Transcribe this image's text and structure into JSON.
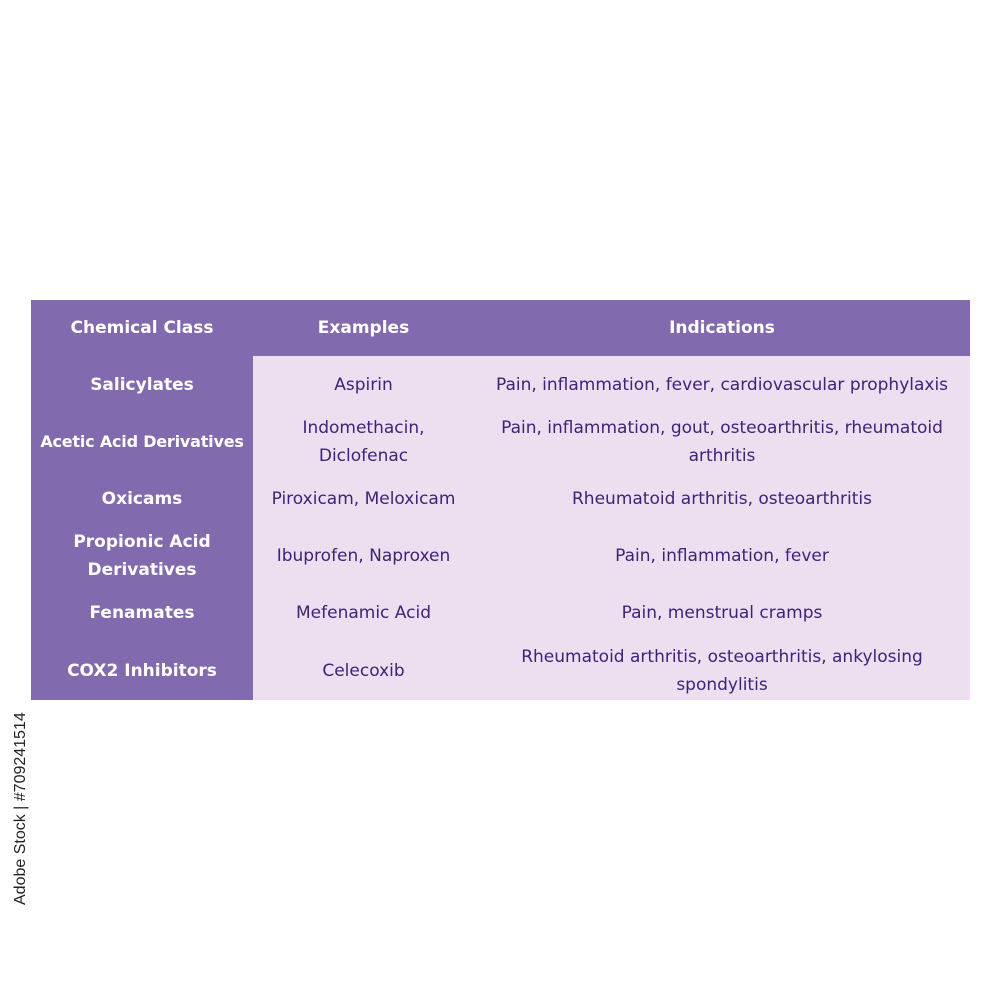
{
  "table": {
    "headers": [
      "Chemical Class",
      "Examples",
      "Indications"
    ],
    "rows": [
      {
        "class": "Salicylates",
        "examples": "Aspirin",
        "indications": "Pain, inflammation, fever, cardiovascular prophylaxis"
      },
      {
        "class": "Acetic Acid Derivatives",
        "examples": "Indomethacin, Diclofenac",
        "indications": "Pain, inflammation, gout, osteoarthritis, rheumatoid arthritis"
      },
      {
        "class": "Oxicams",
        "examples": "Piroxicam, Meloxicam",
        "indications": "Rheumatoid arthritis, osteoarthritis"
      },
      {
        "class": "Propionic Acid Derivatives",
        "examples": "Ibuprofen, Naproxen",
        "indications": "Pain, inflammation, fever"
      },
      {
        "class": "Fenamates",
        "examples": "Mefenamic Acid",
        "indications": "Pain, menstrual cramps"
      },
      {
        "class": "COX2 Inhibitors",
        "examples": "Celecoxib",
        "indications": "Rheumatoid arthritis, osteoarthritis, ankylosing spondylitis"
      }
    ]
  },
  "stock_label": "Adobe Stock | #709241514",
  "colors": {
    "header_bg": "#826aae",
    "header_text": "#ffffff",
    "body_bg": "#ebdff0",
    "body_text": "#3c2479"
  }
}
